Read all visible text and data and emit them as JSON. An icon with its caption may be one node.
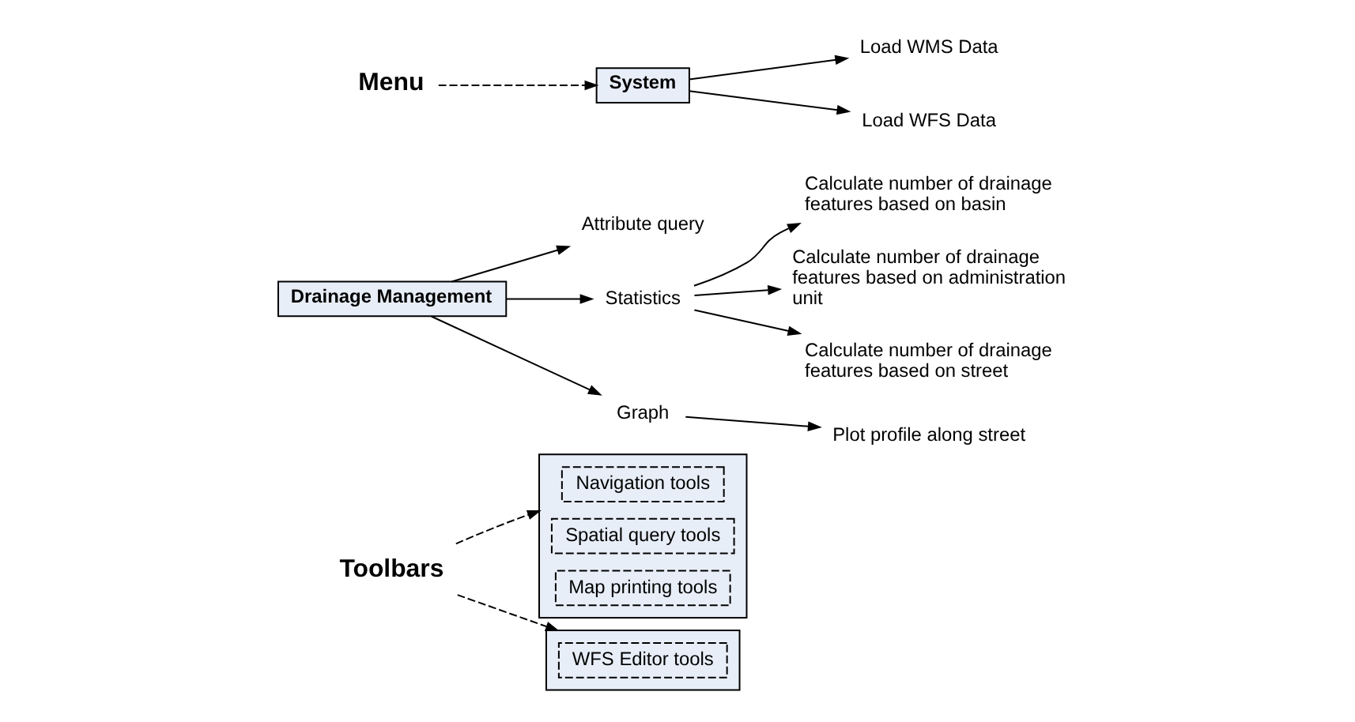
{
  "diagram": {
    "nodes": [
      {
        "text": [
          "Menu"
        ]
      },
      {
        "text": [
          "System"
        ]
      },
      {
        "text": [
          "Load WMS Data"
        ]
      },
      {
        "text": [
          "Load WFS Data"
        ]
      },
      {
        "text": [
          "Drainage Management"
        ]
      },
      {
        "text": [
          "Attribute query"
        ]
      },
      {
        "text": [
          "Statistics"
        ]
      },
      {
        "text": [
          "Calculate number of drainage features based on basin"
        ]
      },
      {
        "text": [
          "Calculate number of drainage features based on administration unit"
        ]
      },
      {
        "text": [
          "Calculate number of drainage features based on street"
        ]
      },
      {
        "text": [
          "Graph"
        ]
      },
      {
        "text": [
          "Plot profile along street"
        ]
      },
      {
        "text": [
          "Toolbars"
        ]
      },
      {
        "text": [],
        "shape": "box"
      },
      {
        "text": [
          "Navigation tools"
        ],
        "in": 13
      },
      {
        "text": [
          "Spatial query tools"
        ],
        "in": 13
      },
      {
        "text": [
          "Map printing tools"
        ],
        "in": 13
      },
      {
        "text": [],
        "shape": "box"
      },
      {
        "text": [
          "WFS Editor tools"
        ],
        "in": 17
      }
    ],
    "edges": [
      {
        "from": 0,
        "to": 1,
        "arrow": "to",
        "style": "dashed"
      },
      {
        "from": 1,
        "to": 2,
        "arrow": "to"
      },
      {
        "from": 1,
        "to": 3,
        "arrow": "to"
      },
      {
        "from": 4,
        "to": 5,
        "arrow": "to"
      },
      {
        "from": 4,
        "to": 6,
        "arrow": "to"
      },
      {
        "from": 6,
        "to": 7,
        "arrow": "to"
      },
      {
        "from": 6,
        "to": 8,
        "arrow": "to"
      },
      {
        "from": 6,
        "to": 9,
        "arrow": "to"
      },
      {
        "from": 4,
        "to": 10,
        "arrow": "to"
      },
      {
        "from": 10,
        "to": 11,
        "arrow": "to"
      },
      {
        "from": 12,
        "to": 13,
        "arrow": "to",
        "style": "dashed"
      },
      {
        "from": 12,
        "to": 17,
        "arrow": "to",
        "style": "dashed"
      }
    ]
  }
}
